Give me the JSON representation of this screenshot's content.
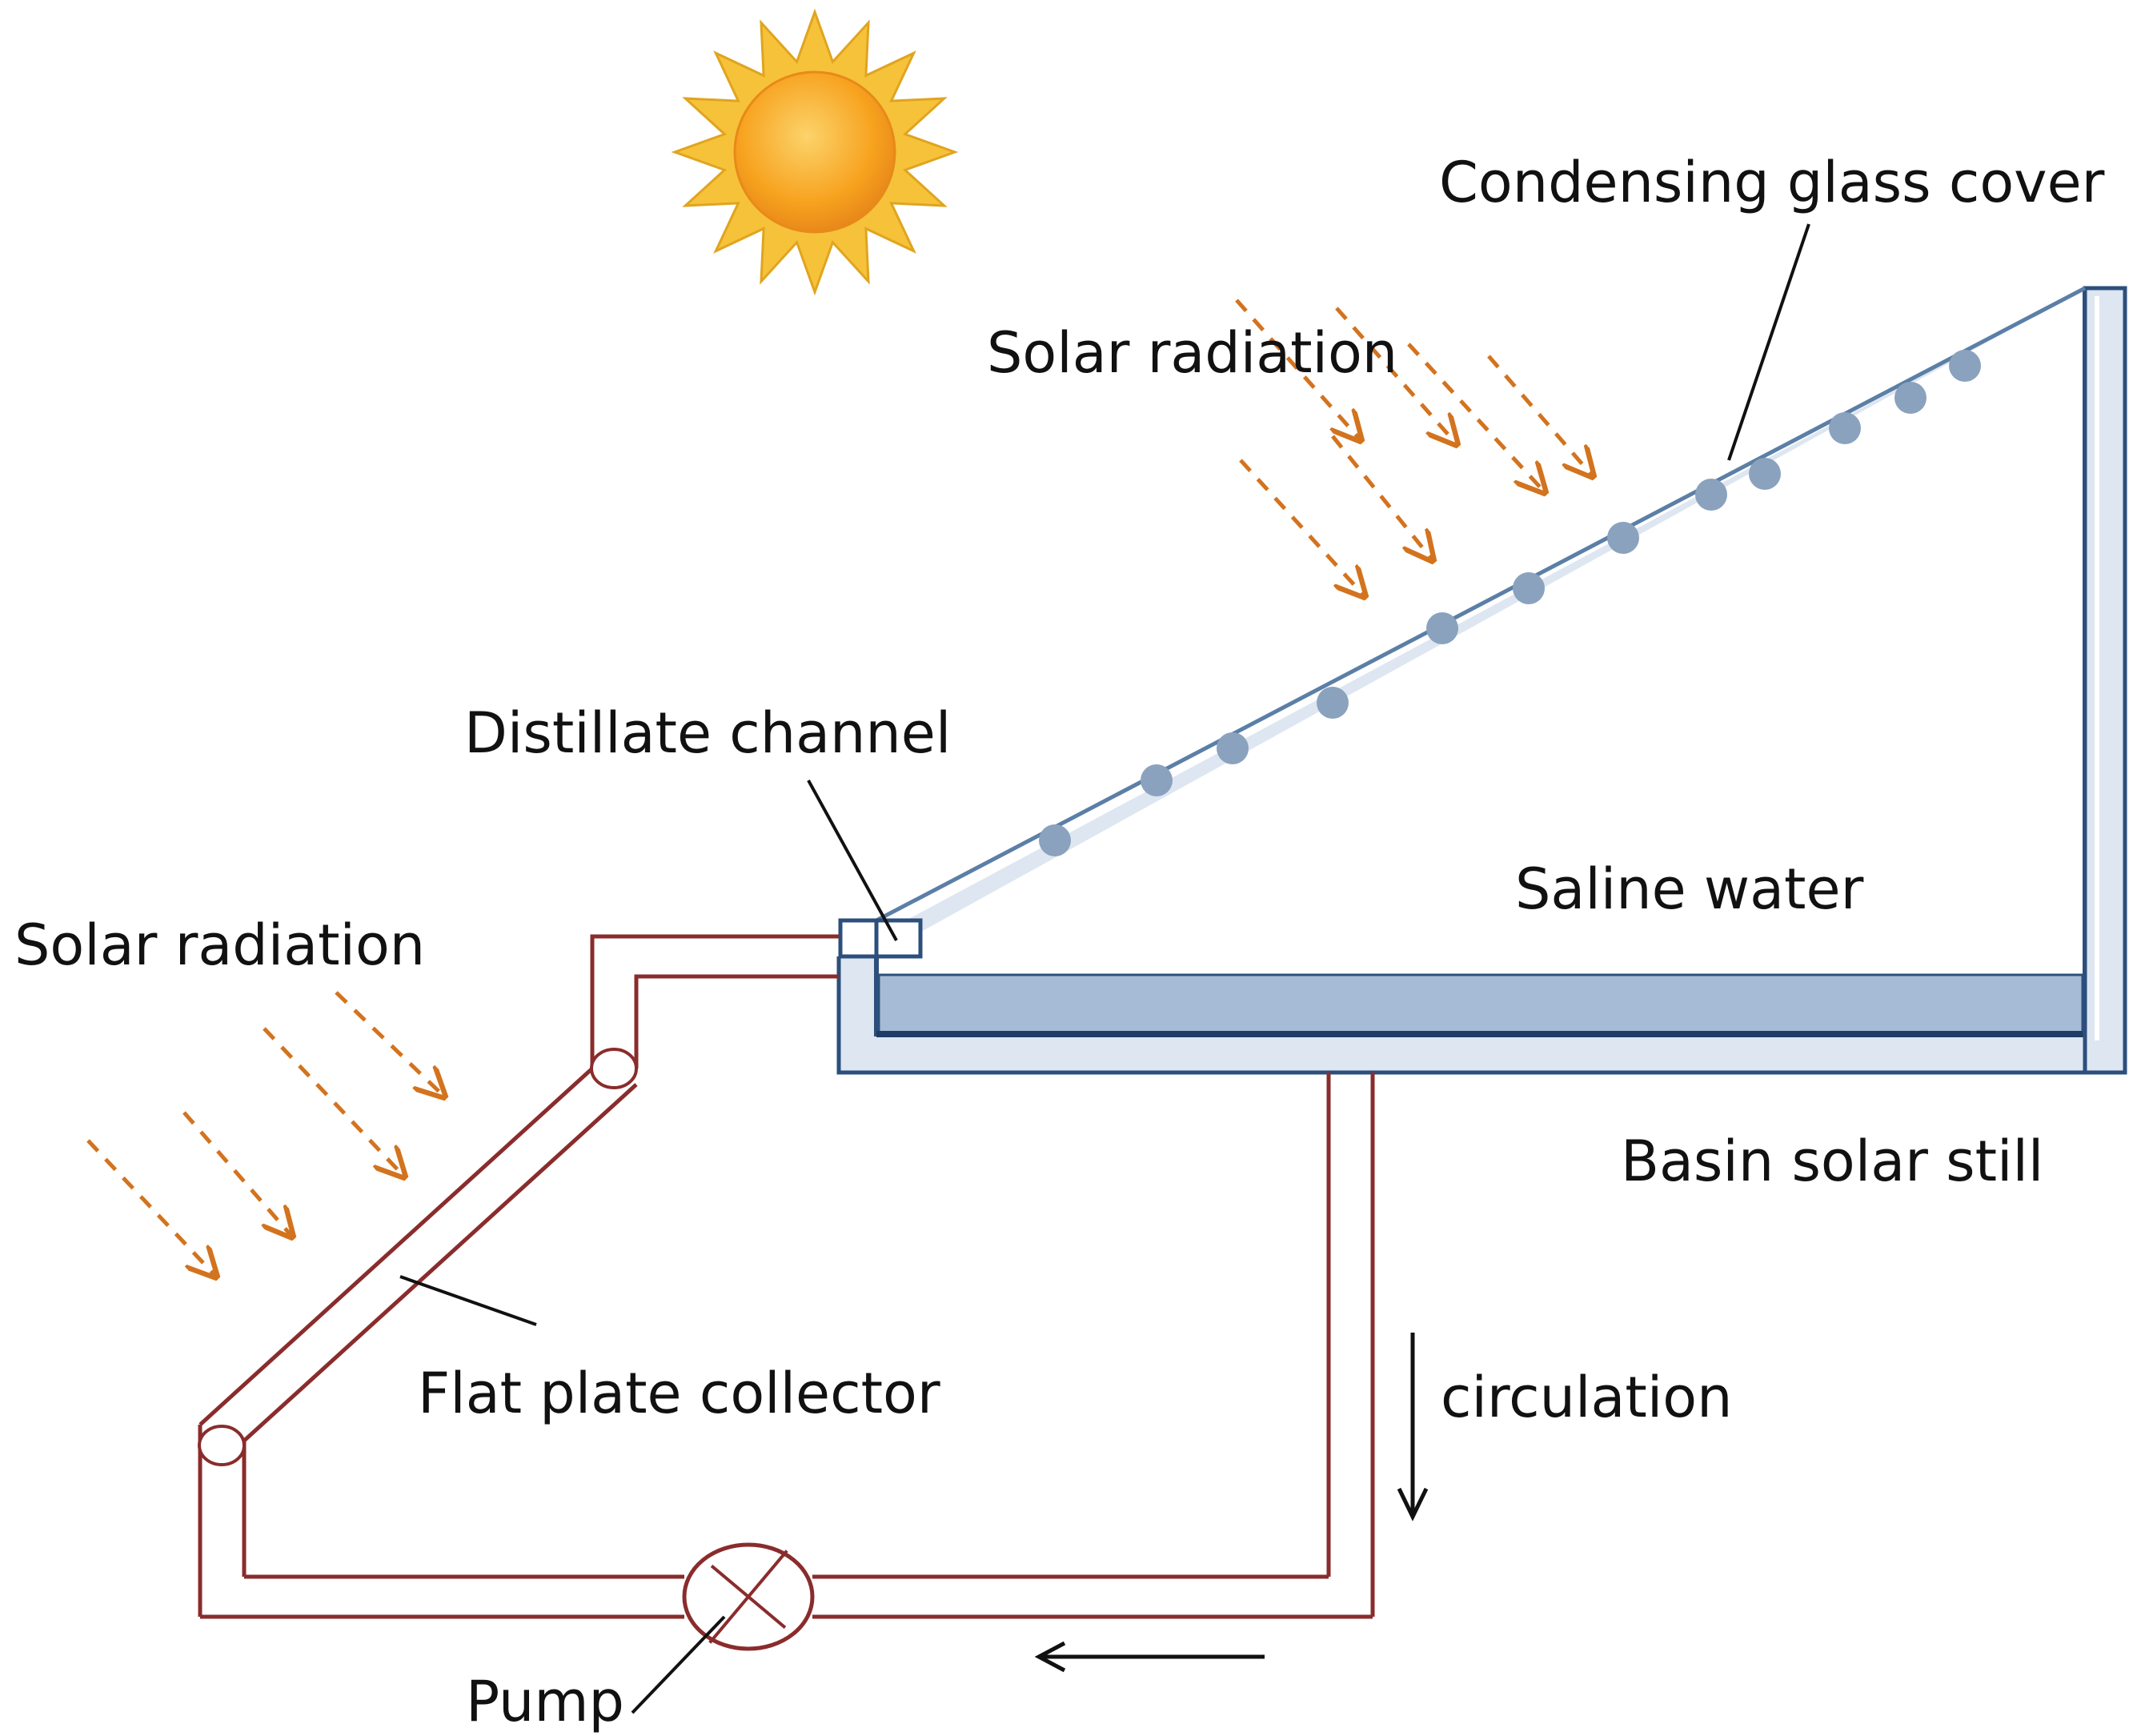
{
  "labels": {
    "condensing_glass_cover": "Condensing glass cover",
    "solar_radiation_top": "Solar radiation",
    "distillate_channel": "Distillate channel",
    "saline_water": "Saline water",
    "solar_radiation_left": "Solar radiation",
    "basin_solar_still": "Basin solar still",
    "flat_plate_collector": "Flat plate collector",
    "circulation": "circulation",
    "pump": "Pump"
  },
  "colors": {
    "sun_outer": "#f6c23a",
    "sun_core": "#f7a21e",
    "radiation_arrow": "#d3731e",
    "glass": "#5b7fa6",
    "droplet": "#8aa2bd",
    "basin_frame": "#2c4f7c",
    "basin_fill": "#dde6f1",
    "saline_water_fill": "#a6bcd6",
    "pipe": "#8a2c2c",
    "text": "#111111"
  },
  "icons": [
    "sun-icon",
    "pump-icon"
  ]
}
